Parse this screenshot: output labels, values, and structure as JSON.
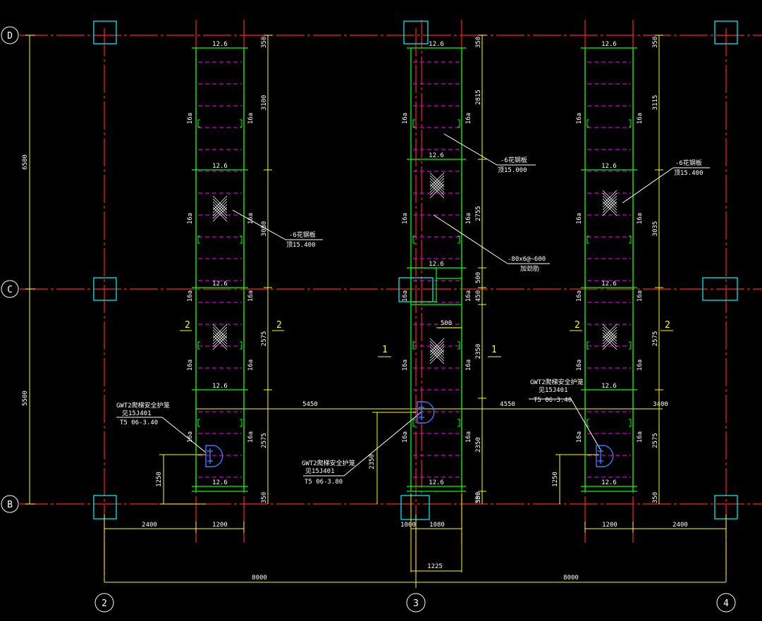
{
  "colors": {
    "background": "#000000",
    "axis": "#ff2020",
    "dimension": "#ffff00",
    "beam": "#00ff00",
    "joist": "#ff00ff",
    "column": "#00ffff",
    "text": "#ffffff"
  },
  "grid": {
    "rows": [
      "D",
      "C",
      "B"
    ],
    "cols": [
      "2",
      "3",
      "4"
    ]
  },
  "dims": {
    "left_total": "6500",
    "left_lower": "5500",
    "bay_span": "8000",
    "left_offset": "2400",
    "strip_width": "1200",
    "right_offset": "2400",
    "mid_offset_a": "1000",
    "mid_offset_b": "1080",
    "mid_bottom": "1225",
    "slope_a": "5450",
    "slope_b": "4550",
    "slope_c": "3400",
    "h1250": "1250",
    "h2350": "2350",
    "end350": "350",
    "strip_left": [
      "3100",
      "3080",
      "2575",
      "2575"
    ],
    "strip_mid": [
      "2815",
      "2755",
      "500",
      "450",
      "2350",
      "2350",
      "500"
    ],
    "strip_right": [
      "3115",
      "3035",
      "2575",
      "2575"
    ]
  },
  "labels": {
    "beam_126": "12.6",
    "beam_16a": "16a",
    "section_1": "1",
    "section_2": "2",
    "plate_note": "-6花钢板",
    "plate_elev_a": "顶15.400",
    "plate_elev_b": "顶15.000",
    "rib_note": "-80x6@~600",
    "rib_sub": "加劲肋",
    "ladder_left_1": "GWT2爬梯安全护笼",
    "ladder_left_2": "见15J401",
    "ladder_left_3": "T5 06-3.40",
    "ladder_mid_1": "GWT2爬梯安全护笼",
    "ladder_mid_2": "见15J401",
    "ladder_mid_3": "T5 06-3.80",
    "ladder_right_1": "GWT2爬梯安全护笼",
    "ladder_right_2": "见15J401",
    "ladder_right_3": "T5 06-3.40"
  }
}
